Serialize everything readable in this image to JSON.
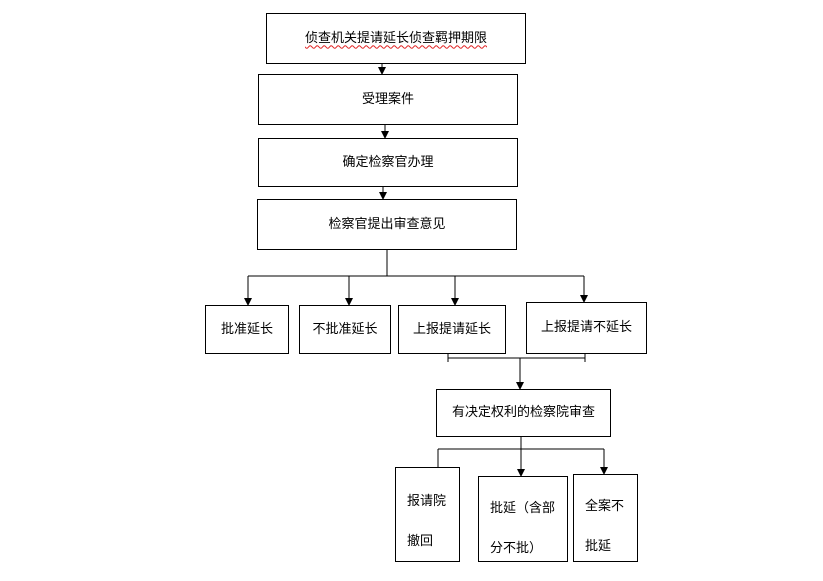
{
  "nodes": {
    "n1": "侦查机关提请延长侦查羁押期限",
    "n2": "受理案件",
    "n3": "确定检察官办理",
    "n4": "检察官提出审查意见",
    "o1": "批准延长",
    "o2": "不批准延长",
    "o3": "上报提请延长",
    "o4": "上报提请不延长",
    "sup": "有决定权利的检察院审查",
    "r1": [
      "报请院",
      "撤回"
    ],
    "r2": [
      "批延（含部",
      "分不批）"
    ],
    "r3": [
      "全案不",
      "批延"
    ]
  }
}
